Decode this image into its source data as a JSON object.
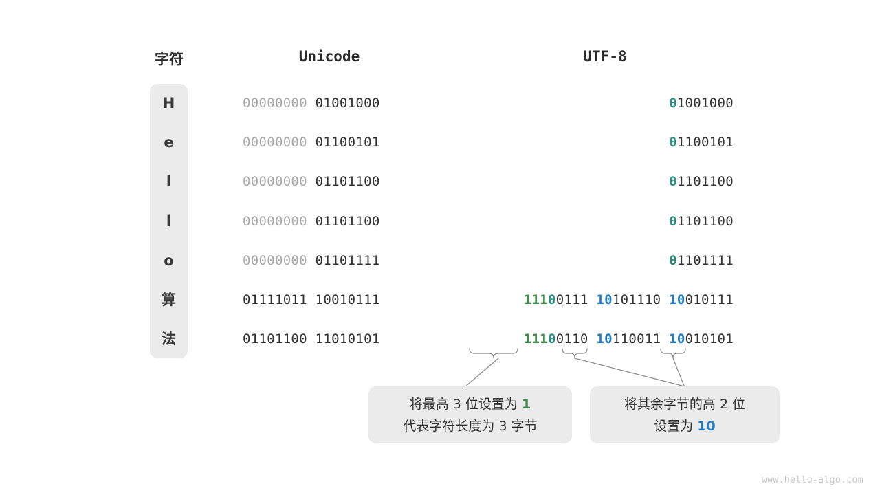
{
  "headers": {
    "character": "字符",
    "unicode": "Unicode",
    "utf8": "UTF-8"
  },
  "rows": [
    {
      "char": "H",
      "unicode_high": "00000000",
      "unicode_low": "01001000",
      "utf8_groups": [
        {
          "prefix": "0",
          "prefix_color": "teal",
          "rest": "1001000"
        }
      ]
    },
    {
      "char": "e",
      "unicode_high": "00000000",
      "unicode_low": "01100101",
      "utf8_groups": [
        {
          "prefix": "0",
          "prefix_color": "teal",
          "rest": "1100101"
        }
      ]
    },
    {
      "char": "l",
      "unicode_high": "00000000",
      "unicode_low": "01101100",
      "utf8_groups": [
        {
          "prefix": "0",
          "prefix_color": "teal",
          "rest": "1101100"
        }
      ]
    },
    {
      "char": "l",
      "unicode_high": "00000000",
      "unicode_low": "01101100",
      "utf8_groups": [
        {
          "prefix": "0",
          "prefix_color": "teal",
          "rest": "1101100"
        }
      ]
    },
    {
      "char": "o",
      "unicode_high": "00000000",
      "unicode_low": "01101111",
      "utf8_groups": [
        {
          "prefix": "0",
          "prefix_color": "teal",
          "rest": "1101111"
        }
      ]
    },
    {
      "char": "算",
      "unicode_high": "01111011",
      "unicode_low": "10010111",
      "utf8_groups": [
        {
          "prefix": "111",
          "prefix_color": "green",
          "prefix2": "0",
          "prefix2_color": "teal",
          "rest": "0111"
        },
        {
          "prefix": "10",
          "prefix_color": "blue",
          "rest": "101110"
        },
        {
          "prefix": "10",
          "prefix_color": "blue",
          "rest": "010111"
        }
      ]
    },
    {
      "char": "法",
      "unicode_high": "01101100",
      "unicode_low": "11010101",
      "utf8_groups": [
        {
          "prefix": "111",
          "prefix_color": "green",
          "prefix2": "0",
          "prefix2_color": "teal",
          "rest": "0110"
        },
        {
          "prefix": "10",
          "prefix_color": "blue",
          "rest": "110011"
        },
        {
          "prefix": "10",
          "prefix_color": "blue",
          "rest": "010101"
        }
      ]
    }
  ],
  "callouts": [
    {
      "line1_pre": "将最高 3 位设置为 ",
      "line1_hl": "1",
      "line1_hl_color": "green",
      "line2_pre": "代表字符长度为 3 字节",
      "line2_hl": "",
      "line2_hl_color": ""
    },
    {
      "line1_pre": "将其余字节的高 2 位",
      "line1_hl": "",
      "line1_hl_color": "",
      "line2_pre": "设置为 ",
      "line2_hl": "10",
      "line2_hl_color": "blue"
    }
  ],
  "watermark": "www.hello-algo.com",
  "colors": {
    "green": "#3d8b4a",
    "teal": "#2c9084",
    "blue": "#1f7cc4",
    "dim": "#a9a9a9",
    "dark": "#333333",
    "panel": "#ebebeb",
    "leader": "#8a8a8a"
  }
}
